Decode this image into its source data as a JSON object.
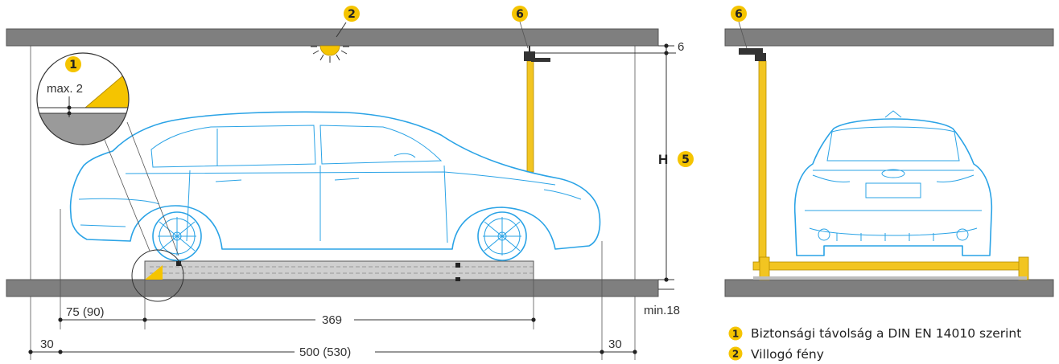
{
  "colors": {
    "slab": "#7f7f7f",
    "slab_edge": "#555555",
    "car_outline": "#2aa3e6",
    "pillar": "#f2c521",
    "badge": "#f5c400",
    "platform": "#cfcfcf"
  },
  "icons": {
    "light": "flashing-light-icon"
  },
  "side_view": {
    "detail": {
      "badge": "1",
      "label": "max. 2"
    },
    "light_badge": "2",
    "pillar_badge": "6",
    "height_label": "H",
    "height_badge": "5",
    "dims": {
      "top_gap": "6",
      "bottom_gap": "min.18",
      "front_offset": "75 (90)",
      "platform_length": "369",
      "side_margin_left": "30",
      "side_margin_right": "30",
      "total_length": "500 (530)"
    }
  },
  "rear_view": {
    "pillar_badge": "6"
  },
  "legend": [
    {
      "num": "1",
      "text": "Biztonsági távolság a DIN EN 14010 szerint"
    },
    {
      "num": "2",
      "text": "Villogó fény"
    }
  ]
}
